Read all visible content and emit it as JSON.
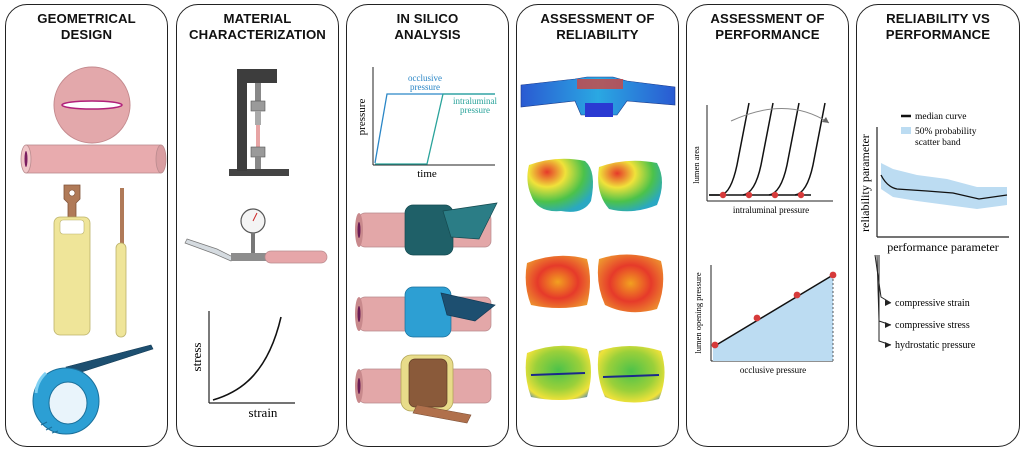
{
  "panels": [
    {
      "title_line1": "GEOMETRICAL",
      "title_line2": "DESIGN"
    },
    {
      "title_line1": "MATERIAL",
      "title_line2": "CHARACTERIZATION"
    },
    {
      "title_line1": "IN SILICO",
      "title_line2": "ANALYSIS"
    },
    {
      "title_line1": "ASSESSMENT OF",
      "title_line2": "RELIABILITY"
    },
    {
      "title_line1": "ASSESSMENT OF",
      "title_line2": "PERFORMANCE"
    },
    {
      "title_line1": "RELIABILITY VS",
      "title_line2": "PERFORMANCE"
    }
  ],
  "stress_strain": {
    "ylabel": "stress",
    "xlabel": "strain"
  },
  "pressure_time": {
    "ylabel": "pressure",
    "xlabel": "time",
    "occlusive_l1": "occlusive",
    "occlusive_l2": "pressure",
    "intraluminal_l1": "intraluminal",
    "intraluminal_l2": "pressure"
  },
  "lumen_area_plot": {
    "ylabel": "lumen area",
    "xlabel": "intraluminal pressure"
  },
  "opening_plot": {
    "ylabel": "lumen opening pressure",
    "xlabel": "occlusive pressure"
  },
  "reliability_plot": {
    "ylabel": "reliability parameter",
    "xlabel": "performance parameter",
    "legend_median": "median curve",
    "legend_band_l1": "50% probability",
    "legend_band_l2": "scatter band"
  },
  "reliability_params": [
    "compressive strain",
    "compressive stress",
    "hydrostatic pressure"
  ],
  "colors": {
    "tube_pink": "#e6a6a9",
    "cuff_teal": "#1f5f66",
    "cuff_blue": "#2aa3d6",
    "yellow": "#f1e79a",
    "copper": "#b07050",
    "red_dot": "#d63a3a",
    "band_blue": "#bcdcf2"
  }
}
